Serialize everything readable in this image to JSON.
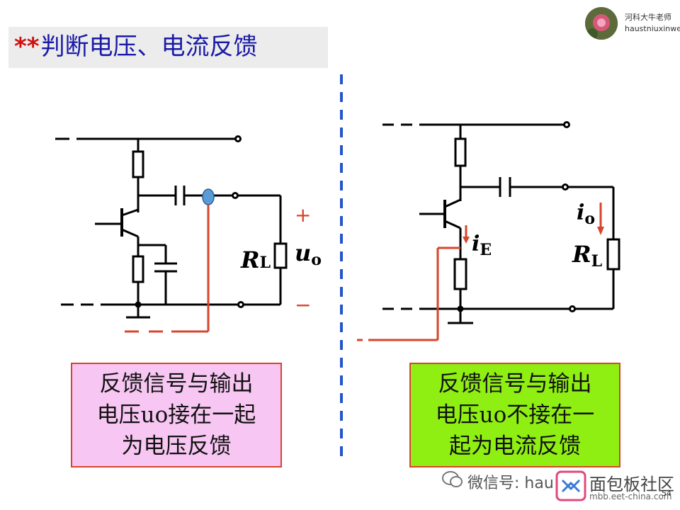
{
  "title": {
    "stars": "**",
    "text": "判断电压、电流反馈"
  },
  "brand": {
    "name": "河科大牛老师",
    "handle": "haustniuxinwen"
  },
  "left_circuit": {
    "rl_main": "R",
    "rl_sub": "L",
    "uo_main": "u",
    "uo_sub": "o",
    "plus": "+",
    "minus": "−"
  },
  "right_circuit": {
    "ie_main": "i",
    "ie_sub": "E",
    "io_main": "i",
    "io_sub": "o",
    "rl_main": "R",
    "rl_sub": "L"
  },
  "notes": {
    "left": [
      "反馈信号与输出",
      "电压uo接在一起",
      "为电压反馈"
    ],
    "right": [
      "反馈信号与输出",
      "电压uo不接在一",
      "起为电流反馈"
    ]
  },
  "watermark": {
    "text": "微信号: hau",
    "site": "面包板社区",
    "url": "mbb.eet-china.com"
  },
  "page_number": "54",
  "colors": {
    "title": "#1a1aa6",
    "stars": "#d01010",
    "feedback": "#d8442c",
    "divider": "#2255cc",
    "note_left_bg": "#f7c6f2",
    "note_right_bg": "#8fee12"
  }
}
